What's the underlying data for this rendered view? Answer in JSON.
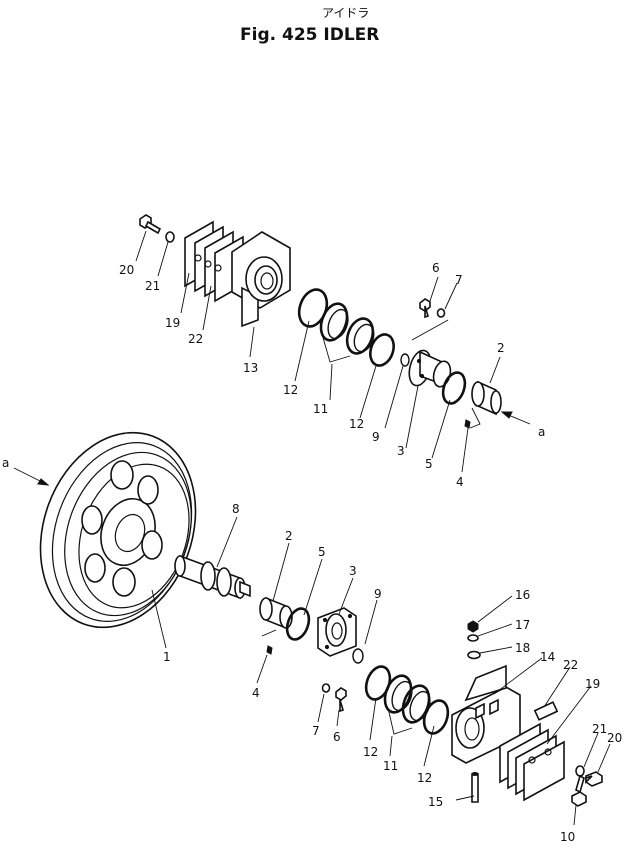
{
  "header": {
    "subtitle_jp": "アイドラ",
    "title": "Fig. 425 IDLER"
  },
  "labels": {
    "a": "a",
    "p1": "1",
    "p2": "2",
    "p3": "3",
    "p4": "4",
    "p5": "5",
    "p6": "6",
    "p7": "7",
    "p8": "8",
    "p9": "9",
    "p10": "10",
    "p11": "11",
    "p12": "12",
    "p13": "13",
    "p14": "14",
    "p15": "15",
    "p16": "16",
    "p17": "17",
    "p18": "18",
    "p19": "19",
    "p20": "20",
    "p21": "21",
    "p22": "22"
  }
}
